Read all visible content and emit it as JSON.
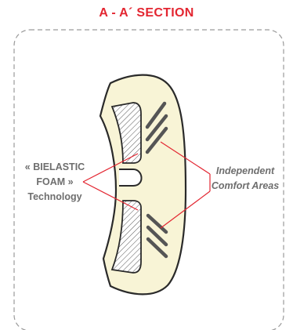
{
  "title": "A - A´ SECTION",
  "left_label": {
    "line1": "« BIELASTIC",
    "line2": "FOAM »",
    "line3": "Technology"
  },
  "right_label": {
    "line1": "Independent",
    "line2": "Comfort Areas"
  },
  "colors": {
    "accent": "#e32631",
    "frame": "#9a9a9a",
    "pad_fill": "#f8f4d6",
    "outline": "#2a2a2a",
    "hatch_stroke": "#555555",
    "label_text": "#6e6e6e"
  }
}
